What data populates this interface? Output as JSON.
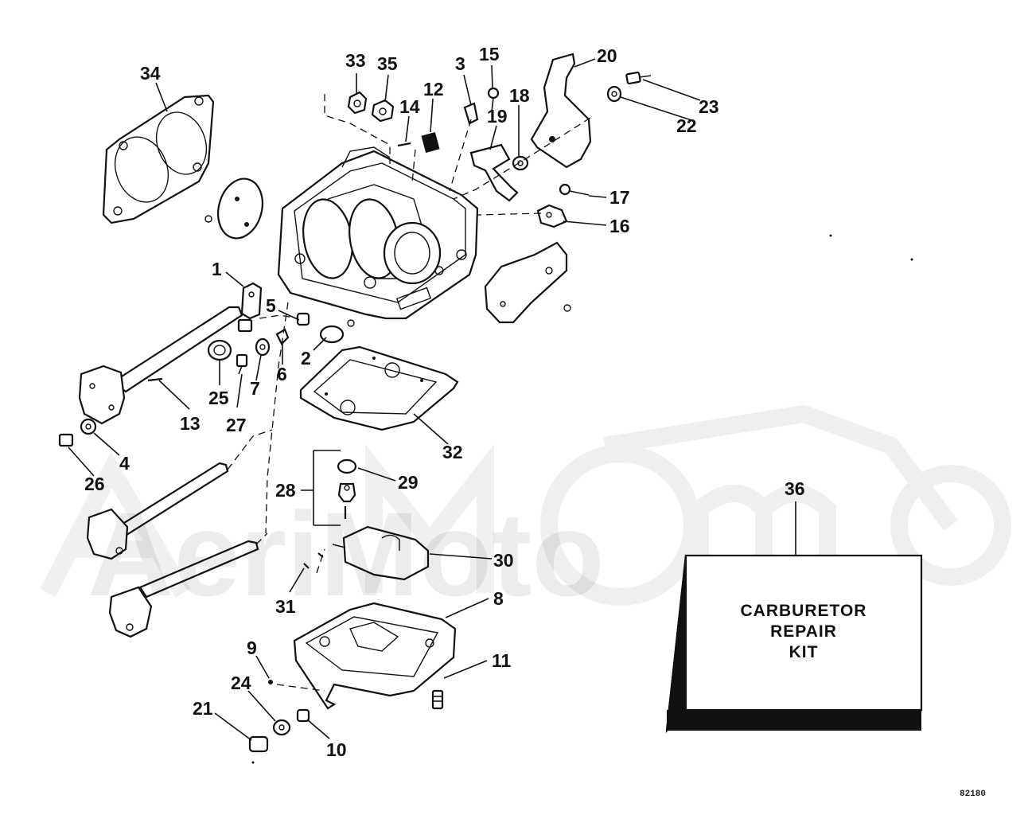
{
  "callouts": [
    {
      "id": "34",
      "text": "34"
    },
    {
      "id": "33",
      "text": "33"
    },
    {
      "id": "35",
      "text": "35"
    },
    {
      "id": "3",
      "text": "3"
    },
    {
      "id": "15",
      "text": "15"
    },
    {
      "id": "12",
      "text": "12"
    },
    {
      "id": "14",
      "text": "14"
    },
    {
      "id": "19",
      "text": "19"
    },
    {
      "id": "18",
      "text": "18"
    },
    {
      "id": "20",
      "text": "20"
    },
    {
      "id": "23",
      "text": "23"
    },
    {
      "id": "22",
      "text": "22"
    },
    {
      "id": "17",
      "text": "17"
    },
    {
      "id": "16",
      "text": "16"
    },
    {
      "id": "1",
      "text": "1"
    },
    {
      "id": "5",
      "text": "5"
    },
    {
      "id": "2",
      "text": "2"
    },
    {
      "id": "6",
      "text": "6"
    },
    {
      "id": "7",
      "text": "7"
    },
    {
      "id": "25",
      "text": "25"
    },
    {
      "id": "27",
      "text": "27"
    },
    {
      "id": "13",
      "text": "13"
    },
    {
      "id": "32",
      "text": "32"
    },
    {
      "id": "4",
      "text": "4"
    },
    {
      "id": "26",
      "text": "26"
    },
    {
      "id": "29",
      "text": "29"
    },
    {
      "id": "28",
      "text": "28"
    },
    {
      "id": "36",
      "text": "36"
    },
    {
      "id": "30",
      "text": "30"
    },
    {
      "id": "31",
      "text": "31"
    },
    {
      "id": "8",
      "text": "8"
    },
    {
      "id": "9",
      "text": "9"
    },
    {
      "id": "11",
      "text": "11"
    },
    {
      "id": "24",
      "text": "24"
    },
    {
      "id": "21",
      "text": "21"
    },
    {
      "id": "10",
      "text": "10"
    }
  ],
  "kit_box": {
    "line1": "CARBURETOR",
    "line2": "REPAIR",
    "line3": "KIT"
  },
  "figure_code": "82180",
  "watermark_brand": "AeriMoto"
}
